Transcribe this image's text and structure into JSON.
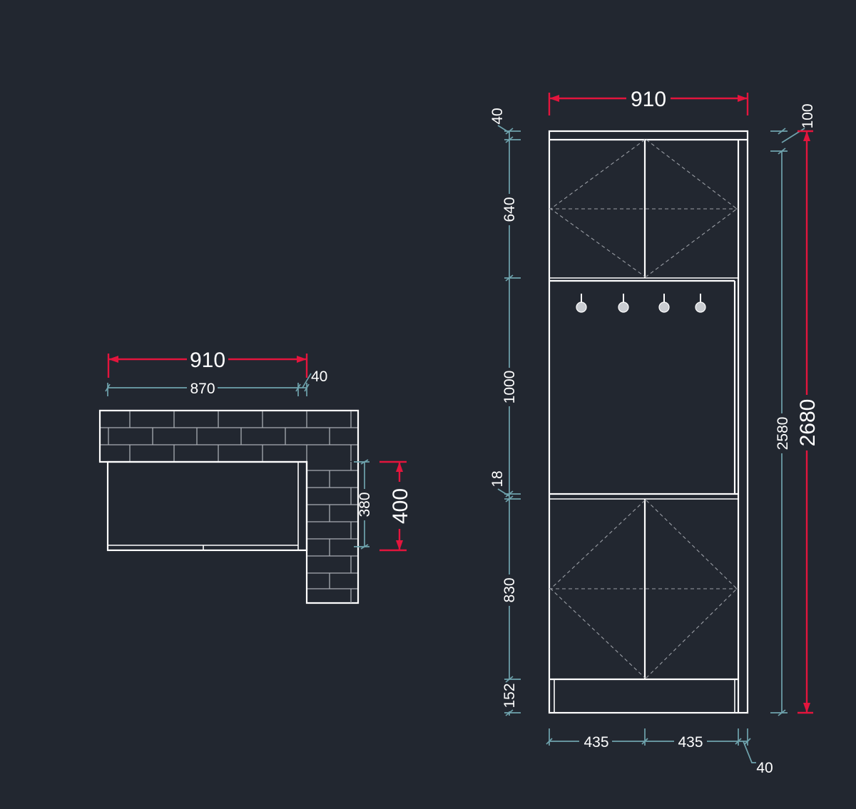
{
  "plan_view": {
    "overall_width": "910",
    "inner_width": "870",
    "side_thickness": "40",
    "inner_depth": "380",
    "overall_depth": "400"
  },
  "elevation": {
    "overall_width": "910",
    "top_thickness": "40",
    "upper_section": "640",
    "middle_section": "1000",
    "shelf_thickness": "18",
    "lower_section": "830",
    "plinth": "152",
    "top_overhang": "100",
    "body_height": "2580",
    "overall_height": "2680",
    "door_width_left": "435",
    "door_width_right": "435",
    "side_panel": "40"
  },
  "colors": {
    "background": "#222730",
    "lines": "#ffffff",
    "dimension_primary": "#e3153d",
    "dimension_secondary": "#6fa3ad"
  },
  "icons": [
    "hook-icon",
    "hook-icon",
    "hook-icon",
    "hook-icon"
  ]
}
